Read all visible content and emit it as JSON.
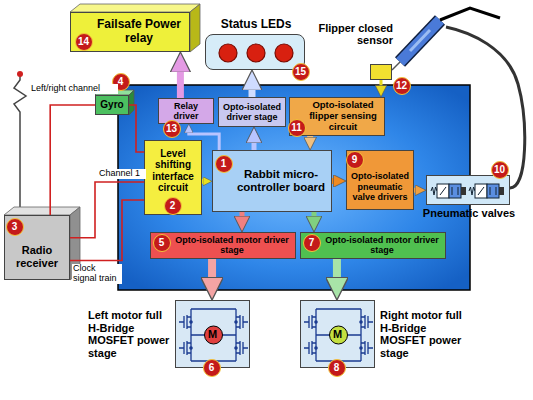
{
  "diagram": {
    "nodes": [
      {
        "text": [
          "Failsafe Power relay"
        ]
      },
      {
        "text": [
          "Status LEDs"
        ]
      },
      {
        "text": [
          "Flipper closed sensor"
        ]
      },
      {
        "text": [
          "Radio receiver"
        ]
      },
      {
        "text": [
          "Gyro"
        ]
      },
      {
        "text": [
          "Level shifting interface circuit"
        ]
      },
      {
        "text": [
          "Rabbit micro-controller board"
        ]
      },
      {
        "text": [
          "Relay driver"
        ]
      },
      {
        "text": [
          "Opto-isolated driver stage"
        ]
      },
      {
        "text": [
          "Opto-isolated flipper sensing circuit"
        ]
      },
      {
        "text": [
          "Opto-isolated pneumatic valve drivers"
        ]
      },
      {
        "text": [
          "Pneumatic valves"
        ]
      },
      {
        "text": [
          "Opto-isolated motor driver stage"
        ]
      },
      {
        "text": [
          "Opto-isolated motor driver stage"
        ]
      },
      {
        "text": [
          "Left motor full H-Bridge MOSFET power stage"
        ]
      },
      {
        "text": [
          "Right motor full H-Bridge MOSFET power stage"
        ]
      }
    ],
    "edges": [
      {
        "from": 3,
        "to": 4,
        "arrow": "none",
        "label": "Left/right channel"
      },
      {
        "from": 4,
        "to": 5,
        "arrow": "none"
      },
      {
        "from": 3,
        "to": 5,
        "arrow": "none",
        "label": "Channel 1"
      },
      {
        "from": 3,
        "to": 5,
        "arrow": "none",
        "label": "Clock signal train"
      },
      {
        "from": 5,
        "to": 6,
        "arrow": "to"
      },
      {
        "from": 6,
        "to": 7,
        "arrow": "to"
      },
      {
        "from": 6,
        "to": 8,
        "arrow": "to"
      },
      {
        "from": 7,
        "to": 0,
        "arrow": "to"
      },
      {
        "from": 8,
        "to": 1,
        "arrow": "to"
      },
      {
        "from": 2,
        "to": 9,
        "arrow": "to"
      },
      {
        "from": 9,
        "to": 6,
        "arrow": "to"
      },
      {
        "from": 6,
        "to": 10,
        "arrow": "to"
      },
      {
        "from": 10,
        "to": 11,
        "arrow": "to"
      },
      {
        "from": 6,
        "to": 12,
        "arrow": "to"
      },
      {
        "from": 6,
        "to": 13,
        "arrow": "to"
      },
      {
        "from": 12,
        "to": 14,
        "arrow": "to"
      },
      {
        "from": 13,
        "to": 15,
        "arrow": "to"
      }
    ],
    "labels": [
      "14",
      "15",
      "12",
      "4",
      "13",
      "11",
      "1",
      "3",
      "2",
      "9",
      "10",
      "5",
      "7",
      "6",
      "8",
      "M",
      "M"
    ]
  }
}
